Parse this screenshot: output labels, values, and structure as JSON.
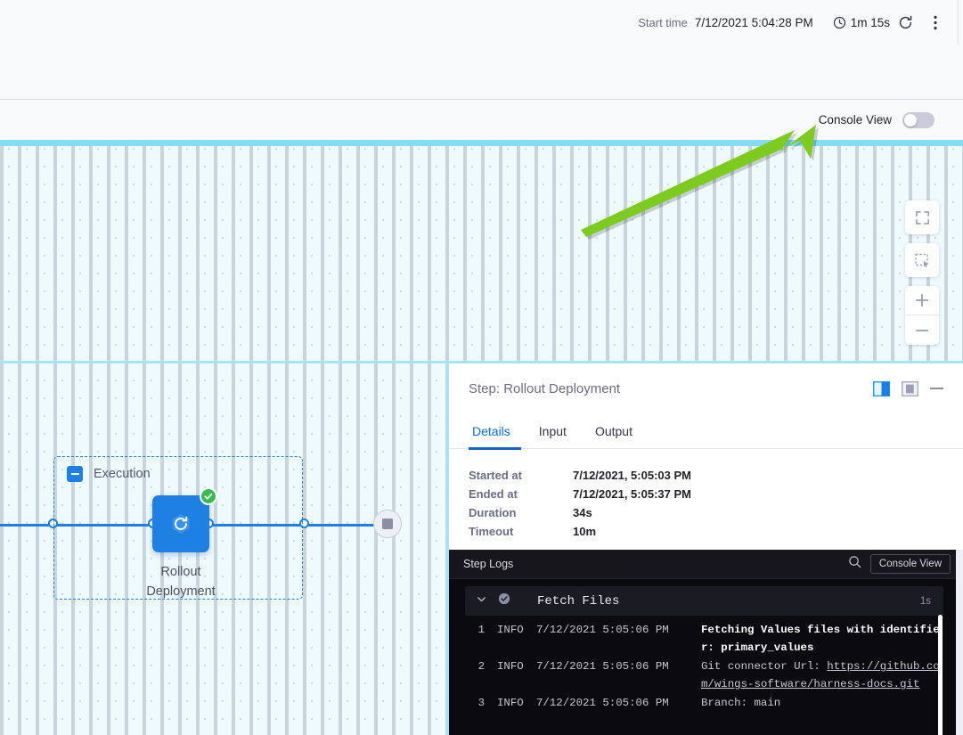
{
  "topbar": {
    "start_time_label": "Start time",
    "start_time_value": "7/12/2021 5:04:28 PM",
    "duration": "1m 15s",
    "refresh_icon": "refresh-icon",
    "more_icon": "more-vertical-icon"
  },
  "console_row": {
    "label": "Console View",
    "toggle_state": "off"
  },
  "canvas": {
    "controls": [
      {
        "name": "fit-to-screen",
        "icon": "expand-corners-icon"
      },
      {
        "name": "selection-tool",
        "icon": "dashed-square-icon"
      },
      {
        "name": "zoom-in",
        "icon": "plus-icon"
      },
      {
        "name": "zoom-out",
        "icon": "minus-icon"
      }
    ],
    "annotation": {
      "type": "arrow",
      "color": "#7ecb1f",
      "points_to": "console-view-toggle"
    }
  },
  "graph": {
    "group_title": "Execution",
    "collapse_icon": "minus-square-icon",
    "step": {
      "label_line1": "Rollout",
      "label_line2": "Deployment",
      "icon": "rollout-refresh-icon",
      "status": "success",
      "status_icon": "check-circle-icon",
      "color": "#1e80e3"
    },
    "end_node_icon": "stop-square-icon"
  },
  "step_panel": {
    "title": "Step: Rollout Deployment",
    "actions": [
      {
        "name": "split-view-right",
        "icon": "panel-right-icon",
        "active": true
      },
      {
        "name": "split-view-bottom",
        "icon": "panel-bottom-icon",
        "active": false
      },
      {
        "name": "minimize-panel",
        "icon": "minimize-icon",
        "active": false
      }
    ],
    "tabs": [
      {
        "label": "Details",
        "active": true
      },
      {
        "label": "Input",
        "active": false
      },
      {
        "label": "Output",
        "active": false
      }
    ],
    "details": [
      {
        "key": "Started at",
        "value": "7/12/2021, 5:05:03 PM"
      },
      {
        "key": "Ended at",
        "value": "7/12/2021, 5:05:37 PM"
      },
      {
        "key": "Duration",
        "value": "34s"
      },
      {
        "key": "Timeout",
        "value": "10m"
      }
    ]
  },
  "logs": {
    "title": "Step Logs",
    "search_icon": "search-icon",
    "console_view_button": "Console View",
    "section": {
      "name": "Fetch Files",
      "duration": "1s",
      "chevron_icon": "chevron-down-icon",
      "status_icon": "check-circle-icon"
    },
    "lines": [
      {
        "no": "1",
        "severity": "INFO",
        "timestamp": "7/12/2021 5:05:06 PM",
        "message": "Fetching Values files with identifier: primary_values",
        "bold": true,
        "link": ""
      },
      {
        "no": "2",
        "severity": "INFO",
        "timestamp": "7/12/2021 5:05:06 PM",
        "message": "Git connector Url: ",
        "bold": false,
        "link": "https://github.com/wings-software/harness-docs.git"
      },
      {
        "no": "3",
        "severity": "INFO",
        "timestamp": "7/12/2021 5:05:06 PM",
        "message": "Branch: main",
        "bold": false,
        "link": ""
      }
    ]
  }
}
